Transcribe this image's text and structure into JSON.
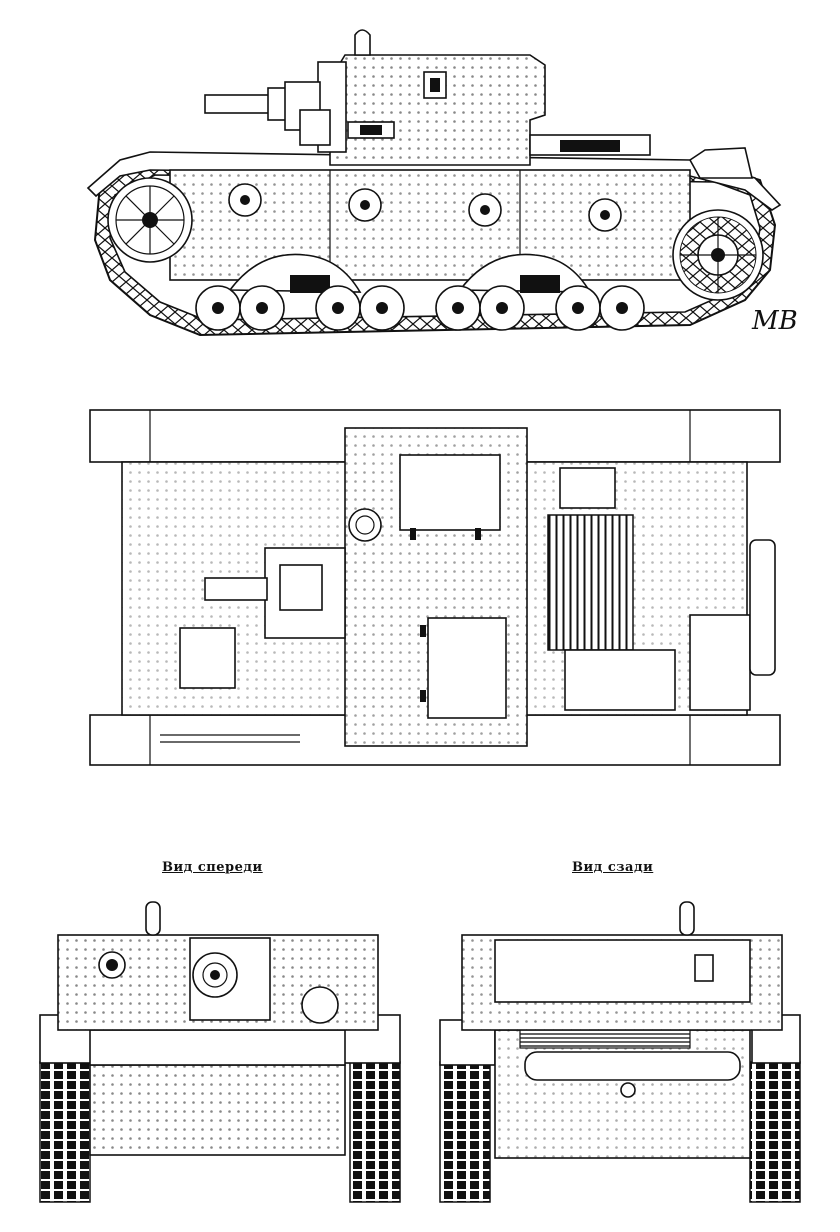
{
  "labels": {
    "front_view": "Вид спереди",
    "rear_view": "Вид сзади",
    "signature": "МВ"
  },
  "colors": {
    "line": "#111111",
    "paper": "#ffffff"
  }
}
